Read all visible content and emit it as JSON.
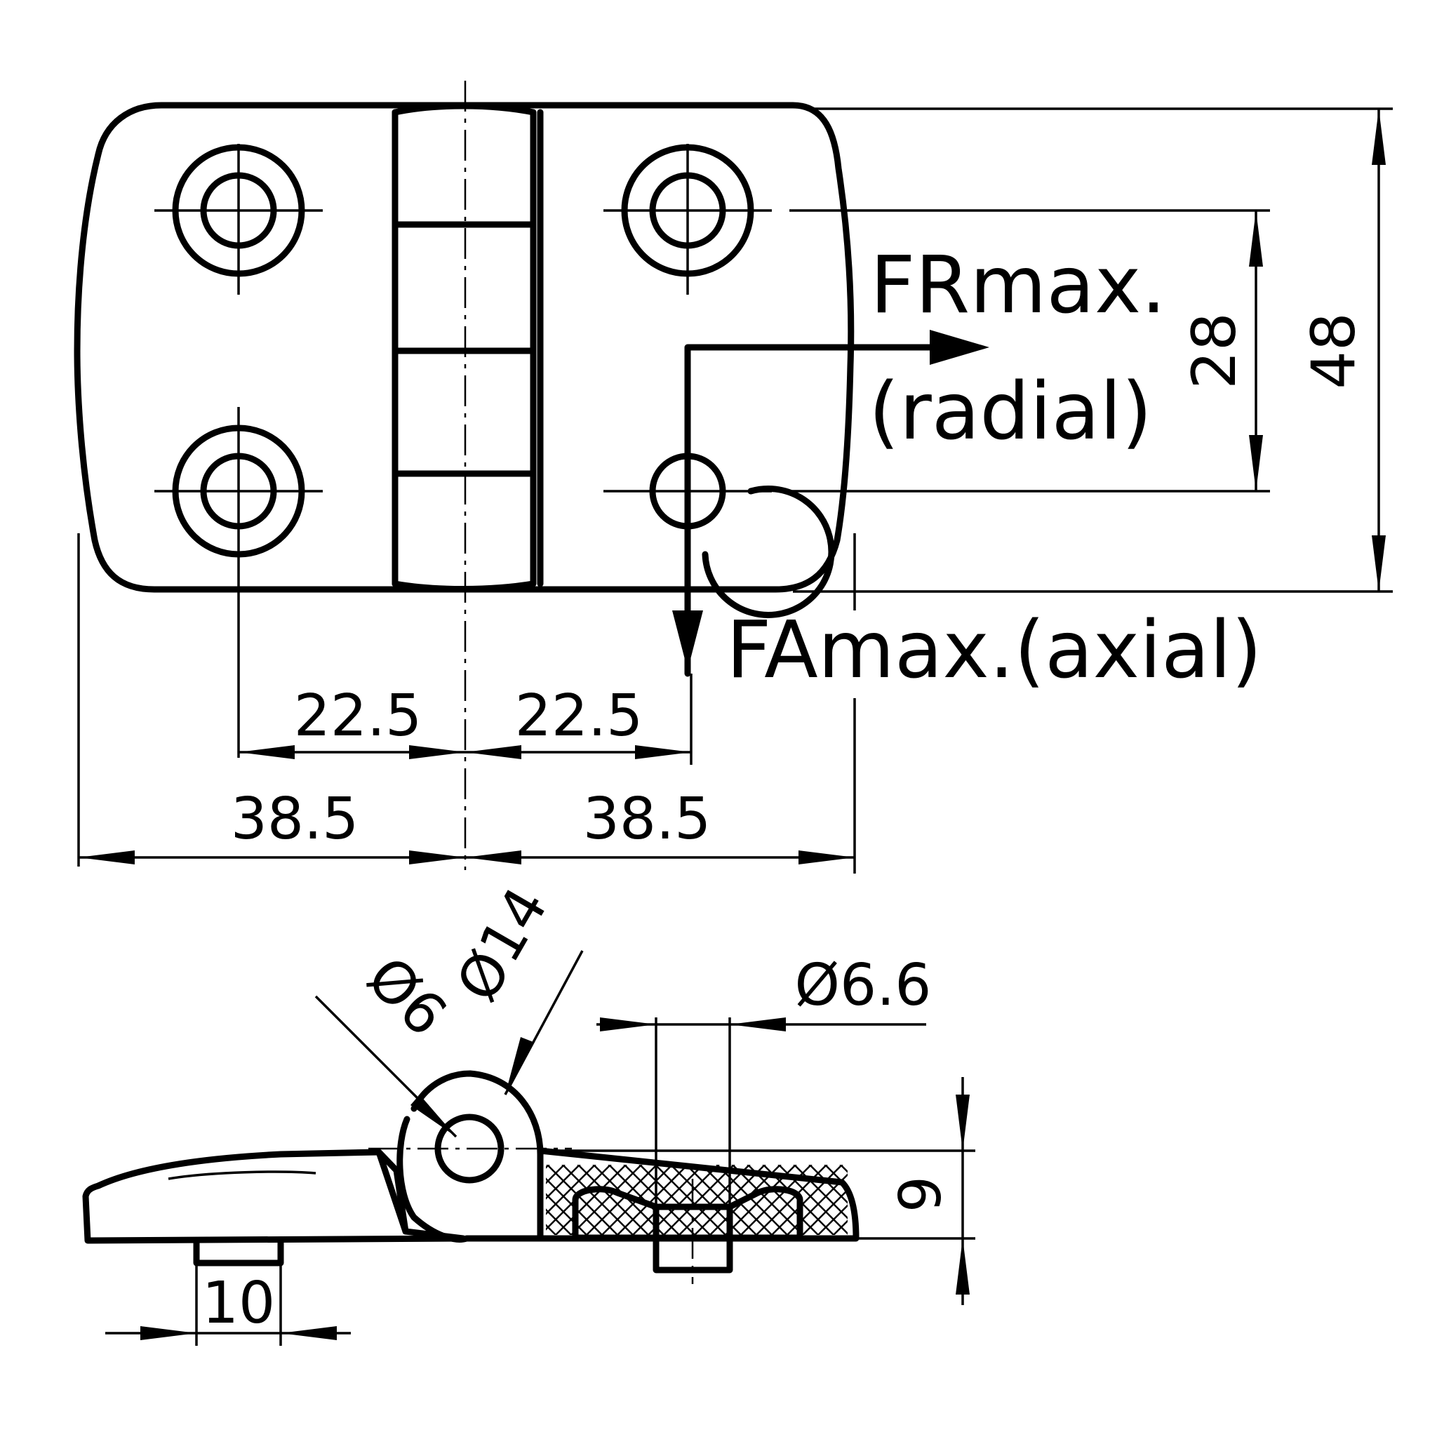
{
  "top_view": {
    "dim_pitch_left": "22.5",
    "dim_pitch_right": "22.5",
    "dim_half_left": "38.5",
    "dim_half_right": "38.5",
    "dim_hole_spacing": "28",
    "dim_height": "48"
  },
  "forces": {
    "radial_line1": "FRmax.",
    "radial_line2": "(radial)",
    "axial": "FAmax.(axial)"
  },
  "side_view": {
    "dim_pin": "Ø6",
    "dim_knuckle": "Ø14",
    "dim_hole": "Ø6.6",
    "dim_thickness": "9",
    "dim_boss": "10"
  }
}
